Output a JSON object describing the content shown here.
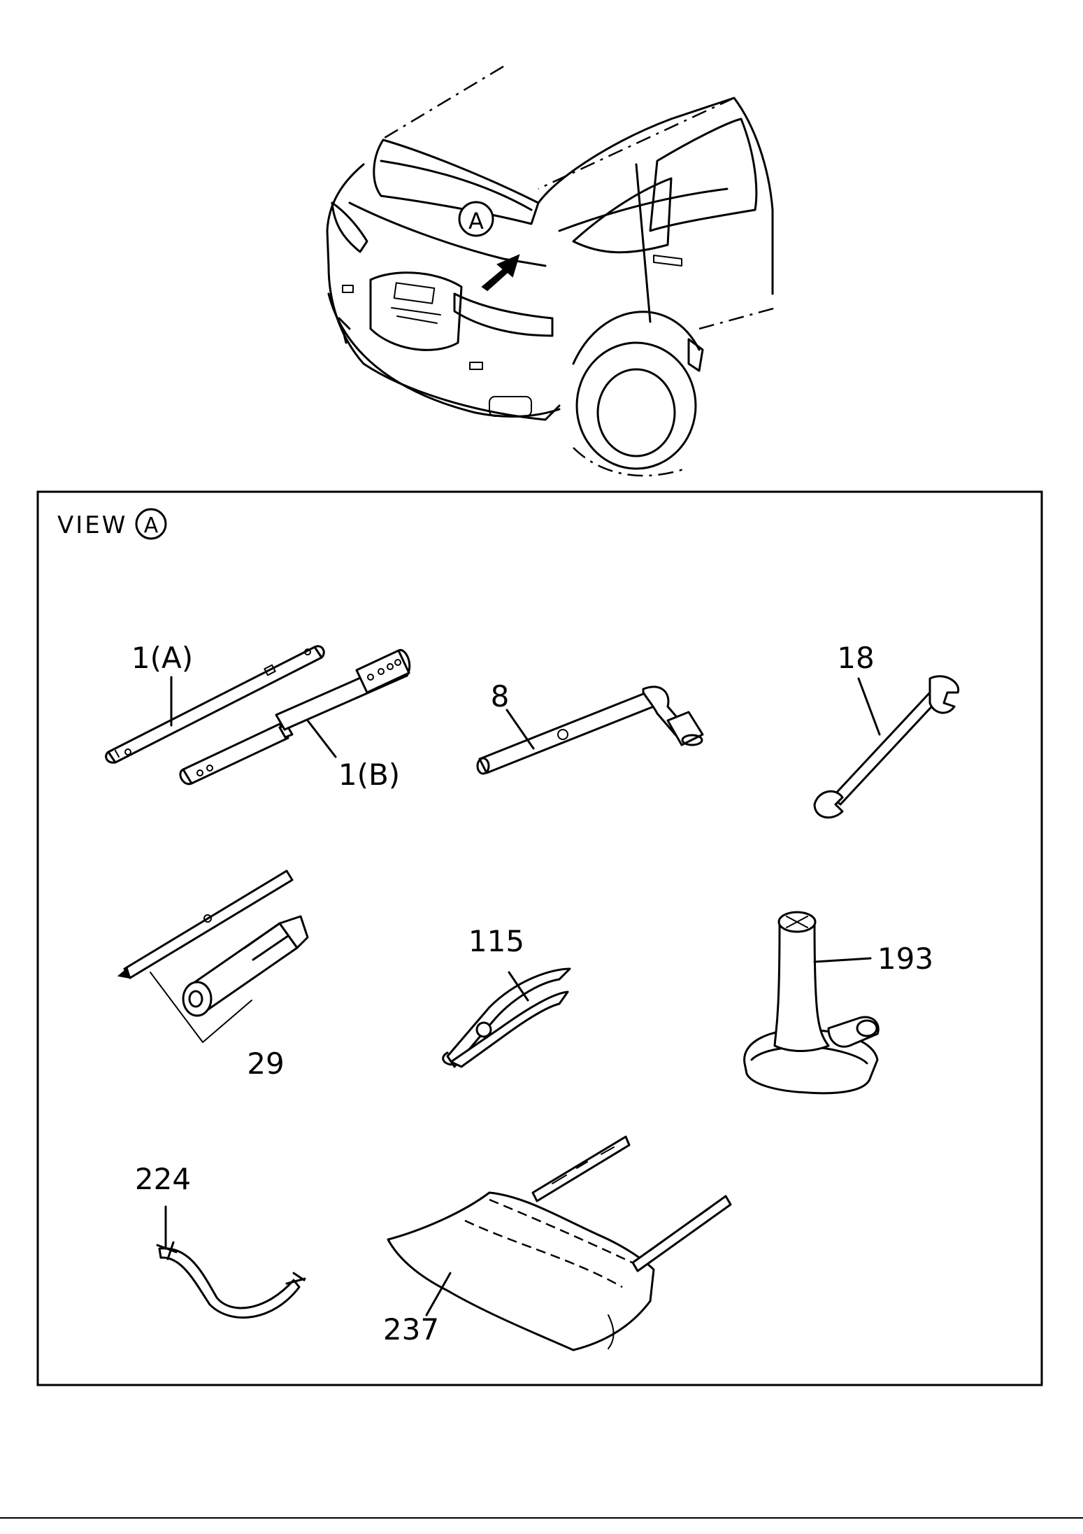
{
  "callout_a": "A",
  "view": {
    "prefix": "VIEW",
    "marker": "A"
  },
  "parts": [
    {
      "id": "p1a",
      "label": "1(A)"
    },
    {
      "id": "p1b",
      "label": "1(B)"
    },
    {
      "id": "p8",
      "label": "8"
    },
    {
      "id": "p18",
      "label": "18"
    },
    {
      "id": "p29",
      "label": "29"
    },
    {
      "id": "p115",
      "label": "115"
    },
    {
      "id": "p193",
      "label": "193"
    },
    {
      "id": "p224",
      "label": "224"
    },
    {
      "id": "p237",
      "label": "237"
    }
  ]
}
